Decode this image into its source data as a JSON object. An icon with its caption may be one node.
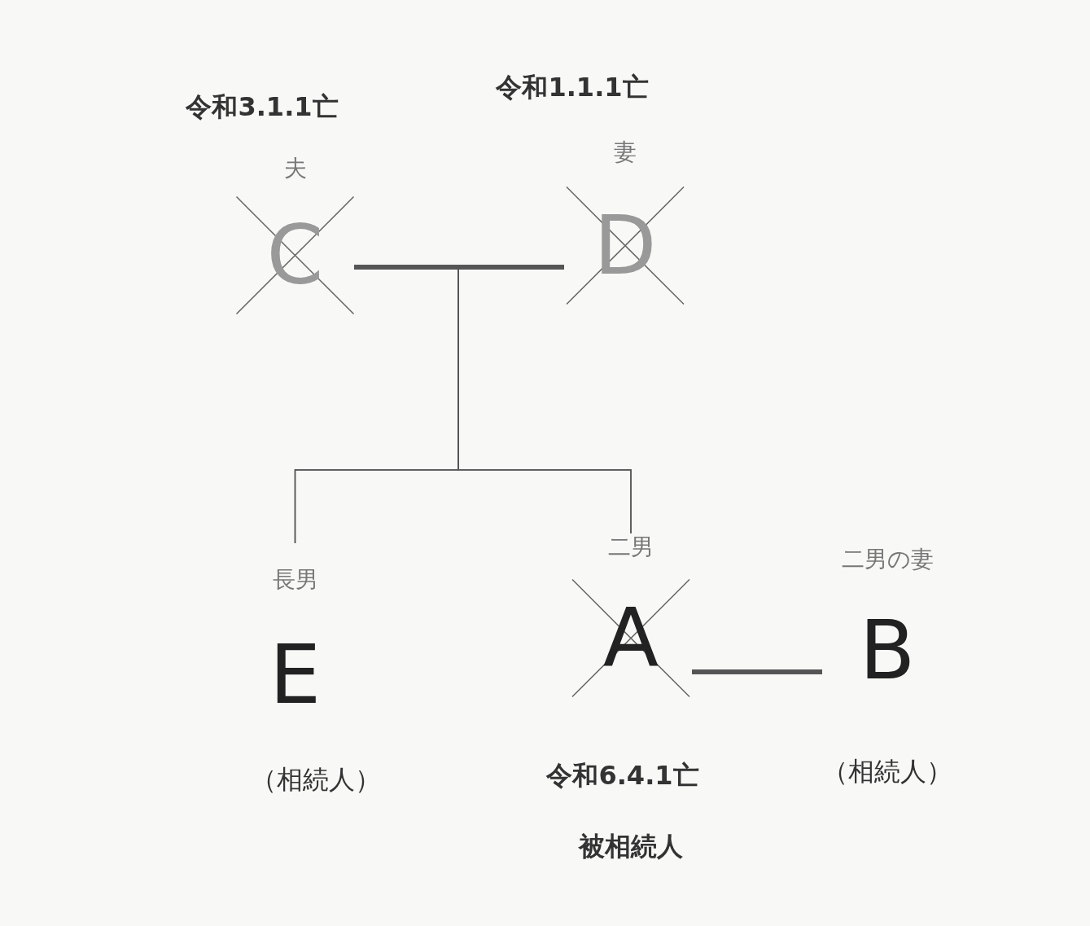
{
  "diagram": {
    "nodes": [
      {
        "text": [
          "夫",
          "C"
        ],
        "beside": [
          "令和3.1.1亡"
        ]
      },
      {
        "text": [
          "妻",
          "D"
        ],
        "beside": [
          "令和1.1.1亡"
        ]
      },
      {
        "text": [
          "長男",
          "E"
        ],
        "beside": [
          "（相続人）"
        ]
      },
      {
        "text": [
          "二男",
          "A"
        ],
        "beside": [
          "令和6.4.1亡",
          "被相続人"
        ]
      },
      {
        "text": [
          "二男の妻",
          "B"
        ],
        "beside": [
          "（相続人）"
        ]
      }
    ],
    "edges": [
      {
        "from": 0,
        "to": 1,
        "arrow": "none",
        "style": "thick"
      },
      {
        "from": 0,
        "to": 2,
        "arrow": "none"
      },
      {
        "from": 0,
        "to": 3,
        "arrow": "none"
      },
      {
        "from": 1,
        "to": 2,
        "arrow": "none"
      },
      {
        "from": 1,
        "to": 3,
        "arrow": "none"
      },
      {
        "from": 3,
        "to": 4,
        "arrow": "none",
        "style": "thick"
      }
    ]
  }
}
